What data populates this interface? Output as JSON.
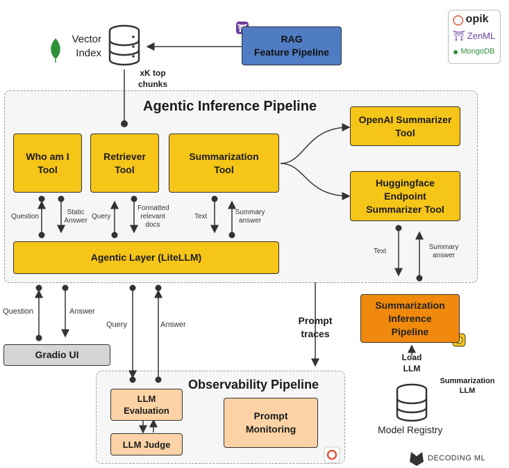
{
  "vector_index": {
    "label_line1": "Vector",
    "label_line2": "Index"
  },
  "rag_pipeline": {
    "line1": "RAG",
    "line2": "Feature Pipeline"
  },
  "xk_label": {
    "line1": "xK top",
    "line2": "chunks"
  },
  "agentic_pipeline": {
    "title": "Agentic Inference Pipeline",
    "tools": {
      "who_am_i": {
        "line1": "Who am I",
        "line2": "Tool"
      },
      "retriever": {
        "line1": "Retriever",
        "line2": "Tool"
      },
      "summarization": {
        "line1": "Summarization",
        "line2": "Tool"
      },
      "openai": {
        "line1": "OpenAI Summarizer",
        "line2": "Tool"
      },
      "huggingface": {
        "line1": "Huggingface",
        "line2": "Endpoint",
        "line3": "Summarizer Tool"
      }
    },
    "agentic_layer": "Agentic Layer (LiteLLM)",
    "labels": {
      "question": "Question",
      "static_answer": {
        "line1": "Static",
        "line2": "Answer"
      },
      "query": "Query",
      "formatted_docs": {
        "line1": "Formatted",
        "line2": "relevant",
        "line3": "docs"
      },
      "text": "Text",
      "summary_answer": {
        "line1": "Summary",
        "line2": "answer"
      },
      "text_hf": "Text",
      "summary_answer_hf": {
        "line1": "Summary",
        "line2": "answer"
      }
    }
  },
  "gradio": {
    "label": "Gradio UI",
    "question": "Question",
    "answer": "Answer"
  },
  "query_answer": {
    "query": "Query",
    "answer": "Answer"
  },
  "prompt_traces": {
    "line1": "Prompt",
    "line2": "traces"
  },
  "observability": {
    "title": "Observability Pipeline",
    "llm_evaluation": {
      "line1": "LLM",
      "line2": "Evaluation"
    },
    "llm_judge": "LLM Judge",
    "prompt_monitoring": {
      "line1": "Prompt",
      "line2": "Monitoring"
    }
  },
  "summarization_inference": {
    "line1": "Summarization",
    "line2": "Inference",
    "line3": "Pipeline"
  },
  "load_llm": {
    "line1": "Load",
    "line2": "LLM"
  },
  "summarization_llm": {
    "line1": "Summarization",
    "line2": "LLM"
  },
  "model_registry": "Model Registry",
  "logos": {
    "opik": "opik",
    "zenml": "ZenML",
    "mongodb": "MongoDB",
    "decoding_ml": "DECODING ML"
  },
  "colors": {
    "tool_yellow": "#f5c518",
    "rag_blue": "#4f7cc3",
    "gradio_grey": "#d5d5d5",
    "inference_orange": "#f0890c",
    "obs_peach": "#fcd3a6"
  }
}
